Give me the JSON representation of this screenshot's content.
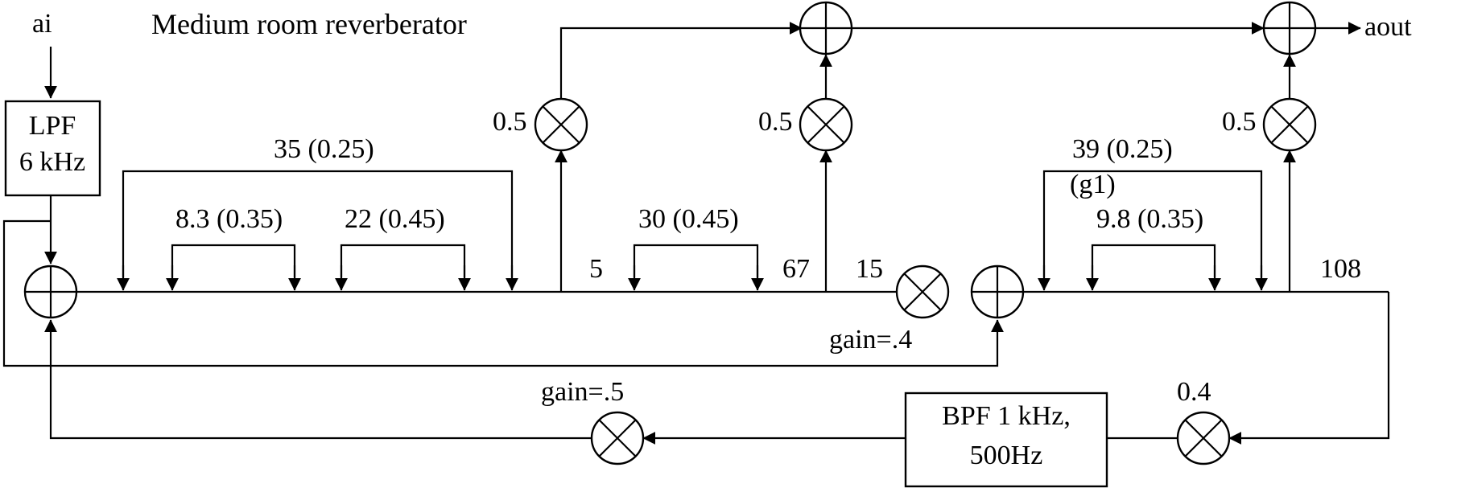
{
  "title": "Medium room reverberator",
  "input_label": "ai",
  "output_label": "aout",
  "lpf": {
    "line1": "LPF",
    "line2": "6 kHz"
  },
  "bpf": {
    "line1": "BPF 1 kHz,",
    "line2": "500Hz"
  },
  "tap_gains": [
    "0.5",
    "0.5",
    "0.5"
  ],
  "allpass_labels": {
    "outer_35": "35 (0.25)",
    "inner_8_3": "8.3 (0.35)",
    "inner_22": "22 (0.45)",
    "inner_30": "30 (0.45)",
    "outer_39": "39 (0.25)",
    "g1": "(g1)",
    "inner_9_8": "9.8 (0.35)"
  },
  "delay_labels": {
    "d5": "5",
    "d67": "67",
    "d15": "15",
    "d108": "108"
  },
  "gains": {
    "feedback_inner": "gain=.4",
    "feedback_outer": "gain=.5",
    "return": "0.4"
  }
}
